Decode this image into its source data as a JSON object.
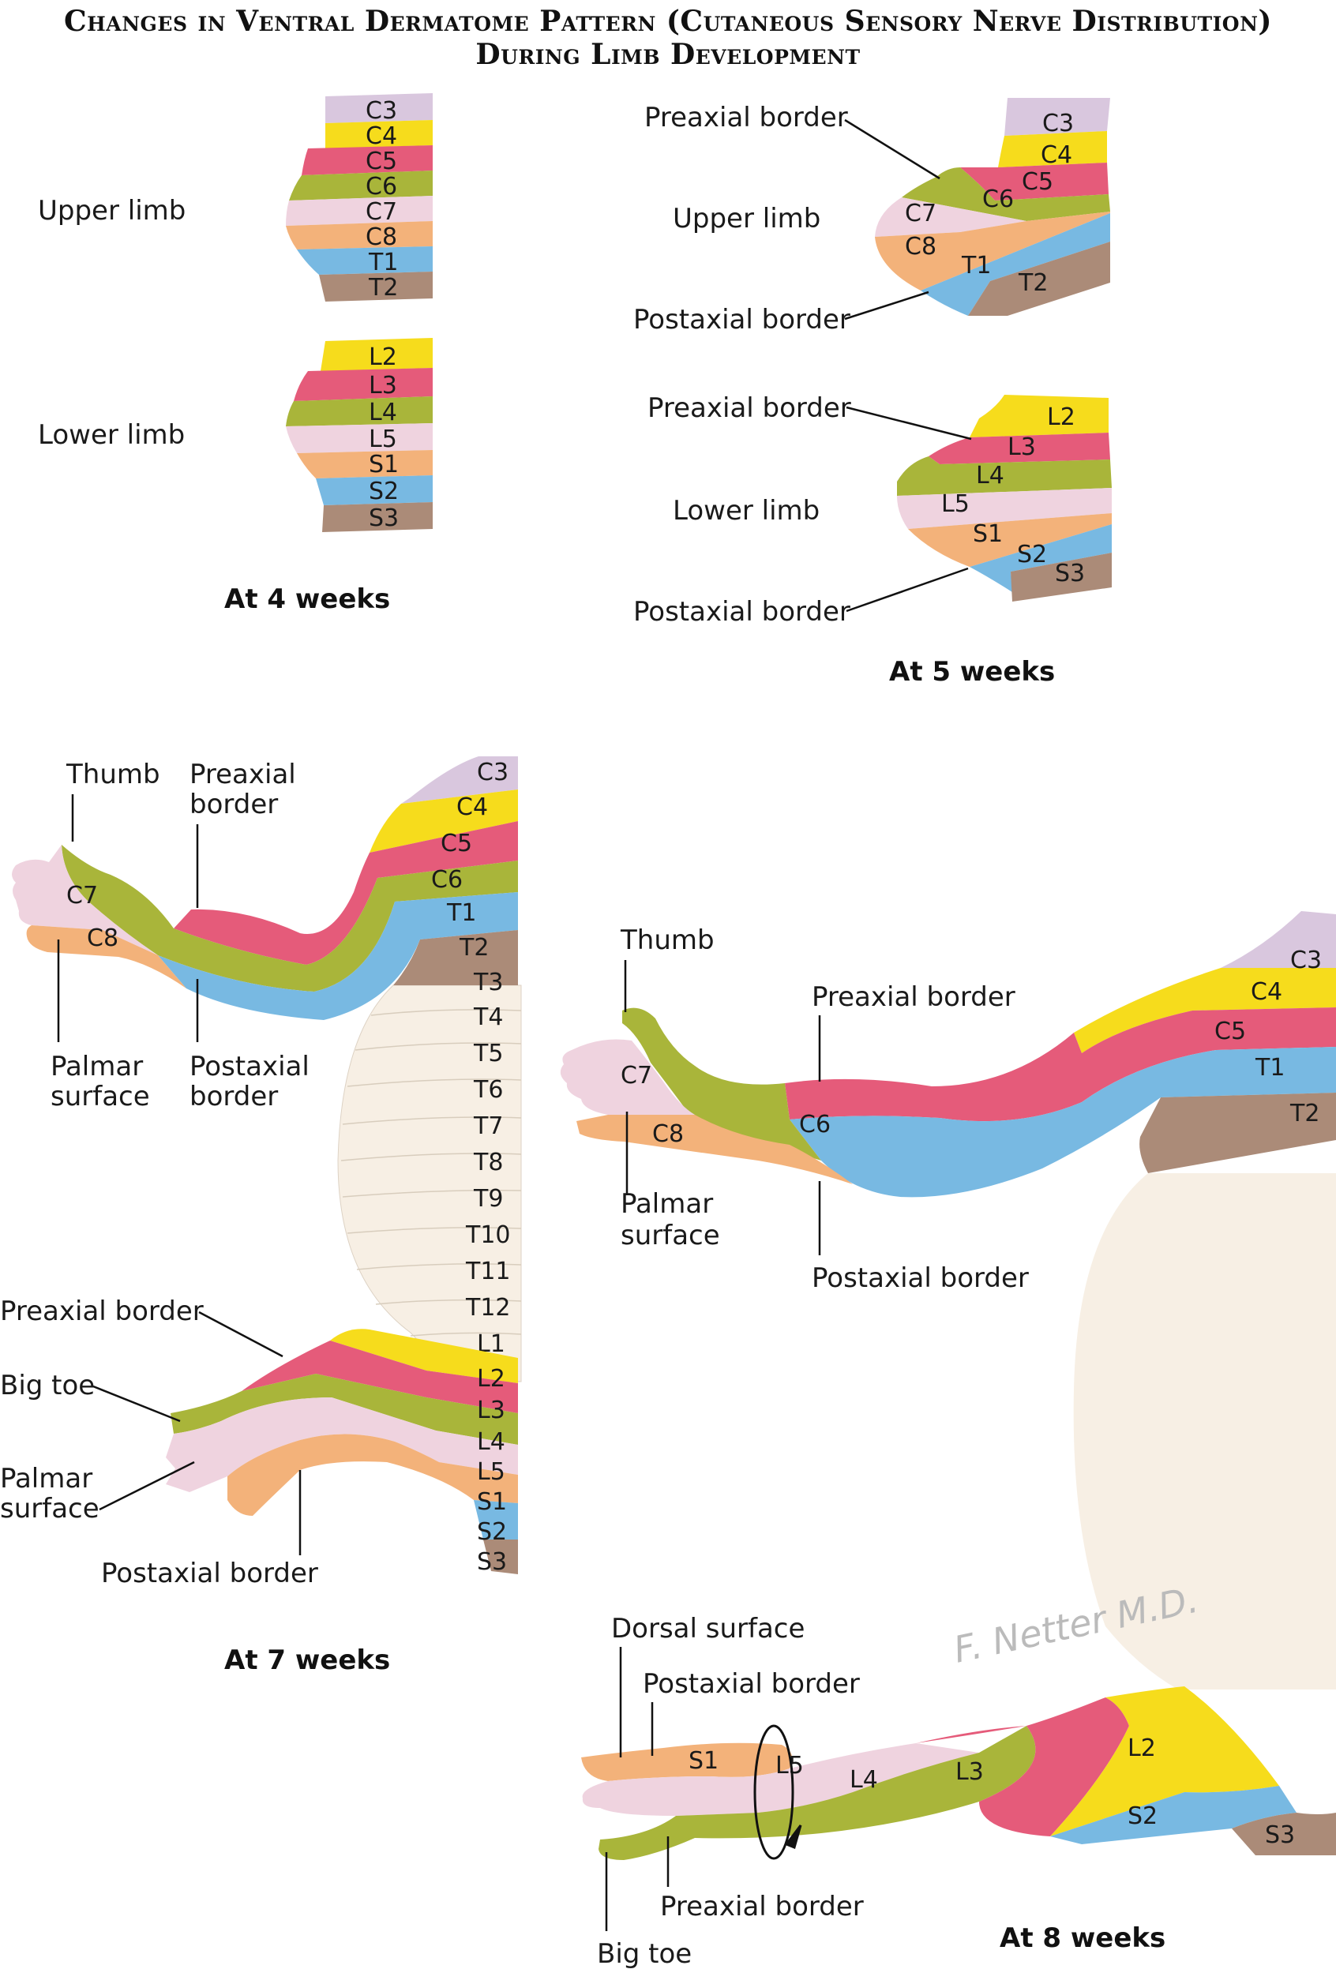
{
  "title": {
    "line1": "Changes in Ventral Dermatome Pattern (Cutaneous Sensory Nerve Distribution)",
    "line2": "During Limb Development"
  },
  "colors": {
    "C3": "#d9c7de",
    "C4": "#f6dc1c",
    "C5": "#e55b7a",
    "C6": "#a9b53a",
    "C7": "#efd3df",
    "C8": "#f3b27a",
    "T1": "#78b9e2",
    "T2": "#ab8b78",
    "L1": "#f5ece0",
    "L2": "#f6dc1c",
    "L3": "#e55b7a",
    "L4": "#a9b53a",
    "L5": "#efd3df",
    "S1": "#f3b27a",
    "S2": "#78b9e2",
    "S3": "#ab8b78",
    "trunk": "#f7efe4"
  },
  "week4": {
    "caption": "At 4 weeks",
    "upper_label": "Upper limb",
    "lower_label": "Lower limb",
    "upper_segments": [
      "C3",
      "C4",
      "C5",
      "C6",
      "C7",
      "C8",
      "T1",
      "T2"
    ],
    "lower_segments": [
      "L2",
      "L3",
      "L4",
      "L5",
      "S1",
      "S2",
      "S3"
    ]
  },
  "week5": {
    "caption": "At 5 weeks",
    "upper_label": "Upper limb",
    "lower_label": "Lower limb",
    "preaxial": "Preaxial border",
    "postaxial": "Postaxial border",
    "upper_segments": [
      "C3",
      "C4",
      "C5",
      "C6",
      "C7",
      "C8",
      "T1",
      "T2"
    ],
    "lower_segments": [
      "L2",
      "L3",
      "L4",
      "L5",
      "S1",
      "S2",
      "S3"
    ]
  },
  "week7": {
    "caption": "At 7 weeks",
    "thumb": "Thumb",
    "preaxial_line1": "Preaxial",
    "preaxial_line2": "border",
    "palmar_line1": "Palmar",
    "palmar_line2": "surface",
    "postaxial_line1": "Postaxial",
    "postaxial_line2": "border",
    "lower_preaxial": "Preaxial border",
    "big_toe": "Big toe",
    "lower_palmar_line1": "Palmar",
    "lower_palmar_line2": "surface",
    "lower_postaxial": "Postaxial border",
    "segments": [
      "C3",
      "C4",
      "C5",
      "C6",
      "T1",
      "T2",
      "T3",
      "T4",
      "T5",
      "T6",
      "T7",
      "T8",
      "T9",
      "T10",
      "T11",
      "T12",
      "L1",
      "L2",
      "L3",
      "L4",
      "L5",
      "S1",
      "S2",
      "S3"
    ],
    "hand_segments": [
      "C7",
      "C8"
    ]
  },
  "week8": {
    "caption": "At 8 weeks",
    "thumb": "Thumb",
    "preaxial": "Preaxial border",
    "palmar_line1": "Palmar",
    "palmar_line2": "surface",
    "postaxial": "Postaxial border",
    "dorsal": "Dorsal surface",
    "leg_postaxial": "Postaxial border",
    "leg_preaxial": "Preaxial border",
    "big_toe": "Big toe",
    "arm_segments": [
      "C3",
      "C4",
      "C5",
      "T1",
      "T2",
      "C6",
      "C7",
      "C8"
    ],
    "leg_segments": [
      "S1",
      "L5",
      "L4",
      "L3",
      "L2",
      "S2",
      "S3"
    ]
  },
  "signature": "F. Netter M.D."
}
